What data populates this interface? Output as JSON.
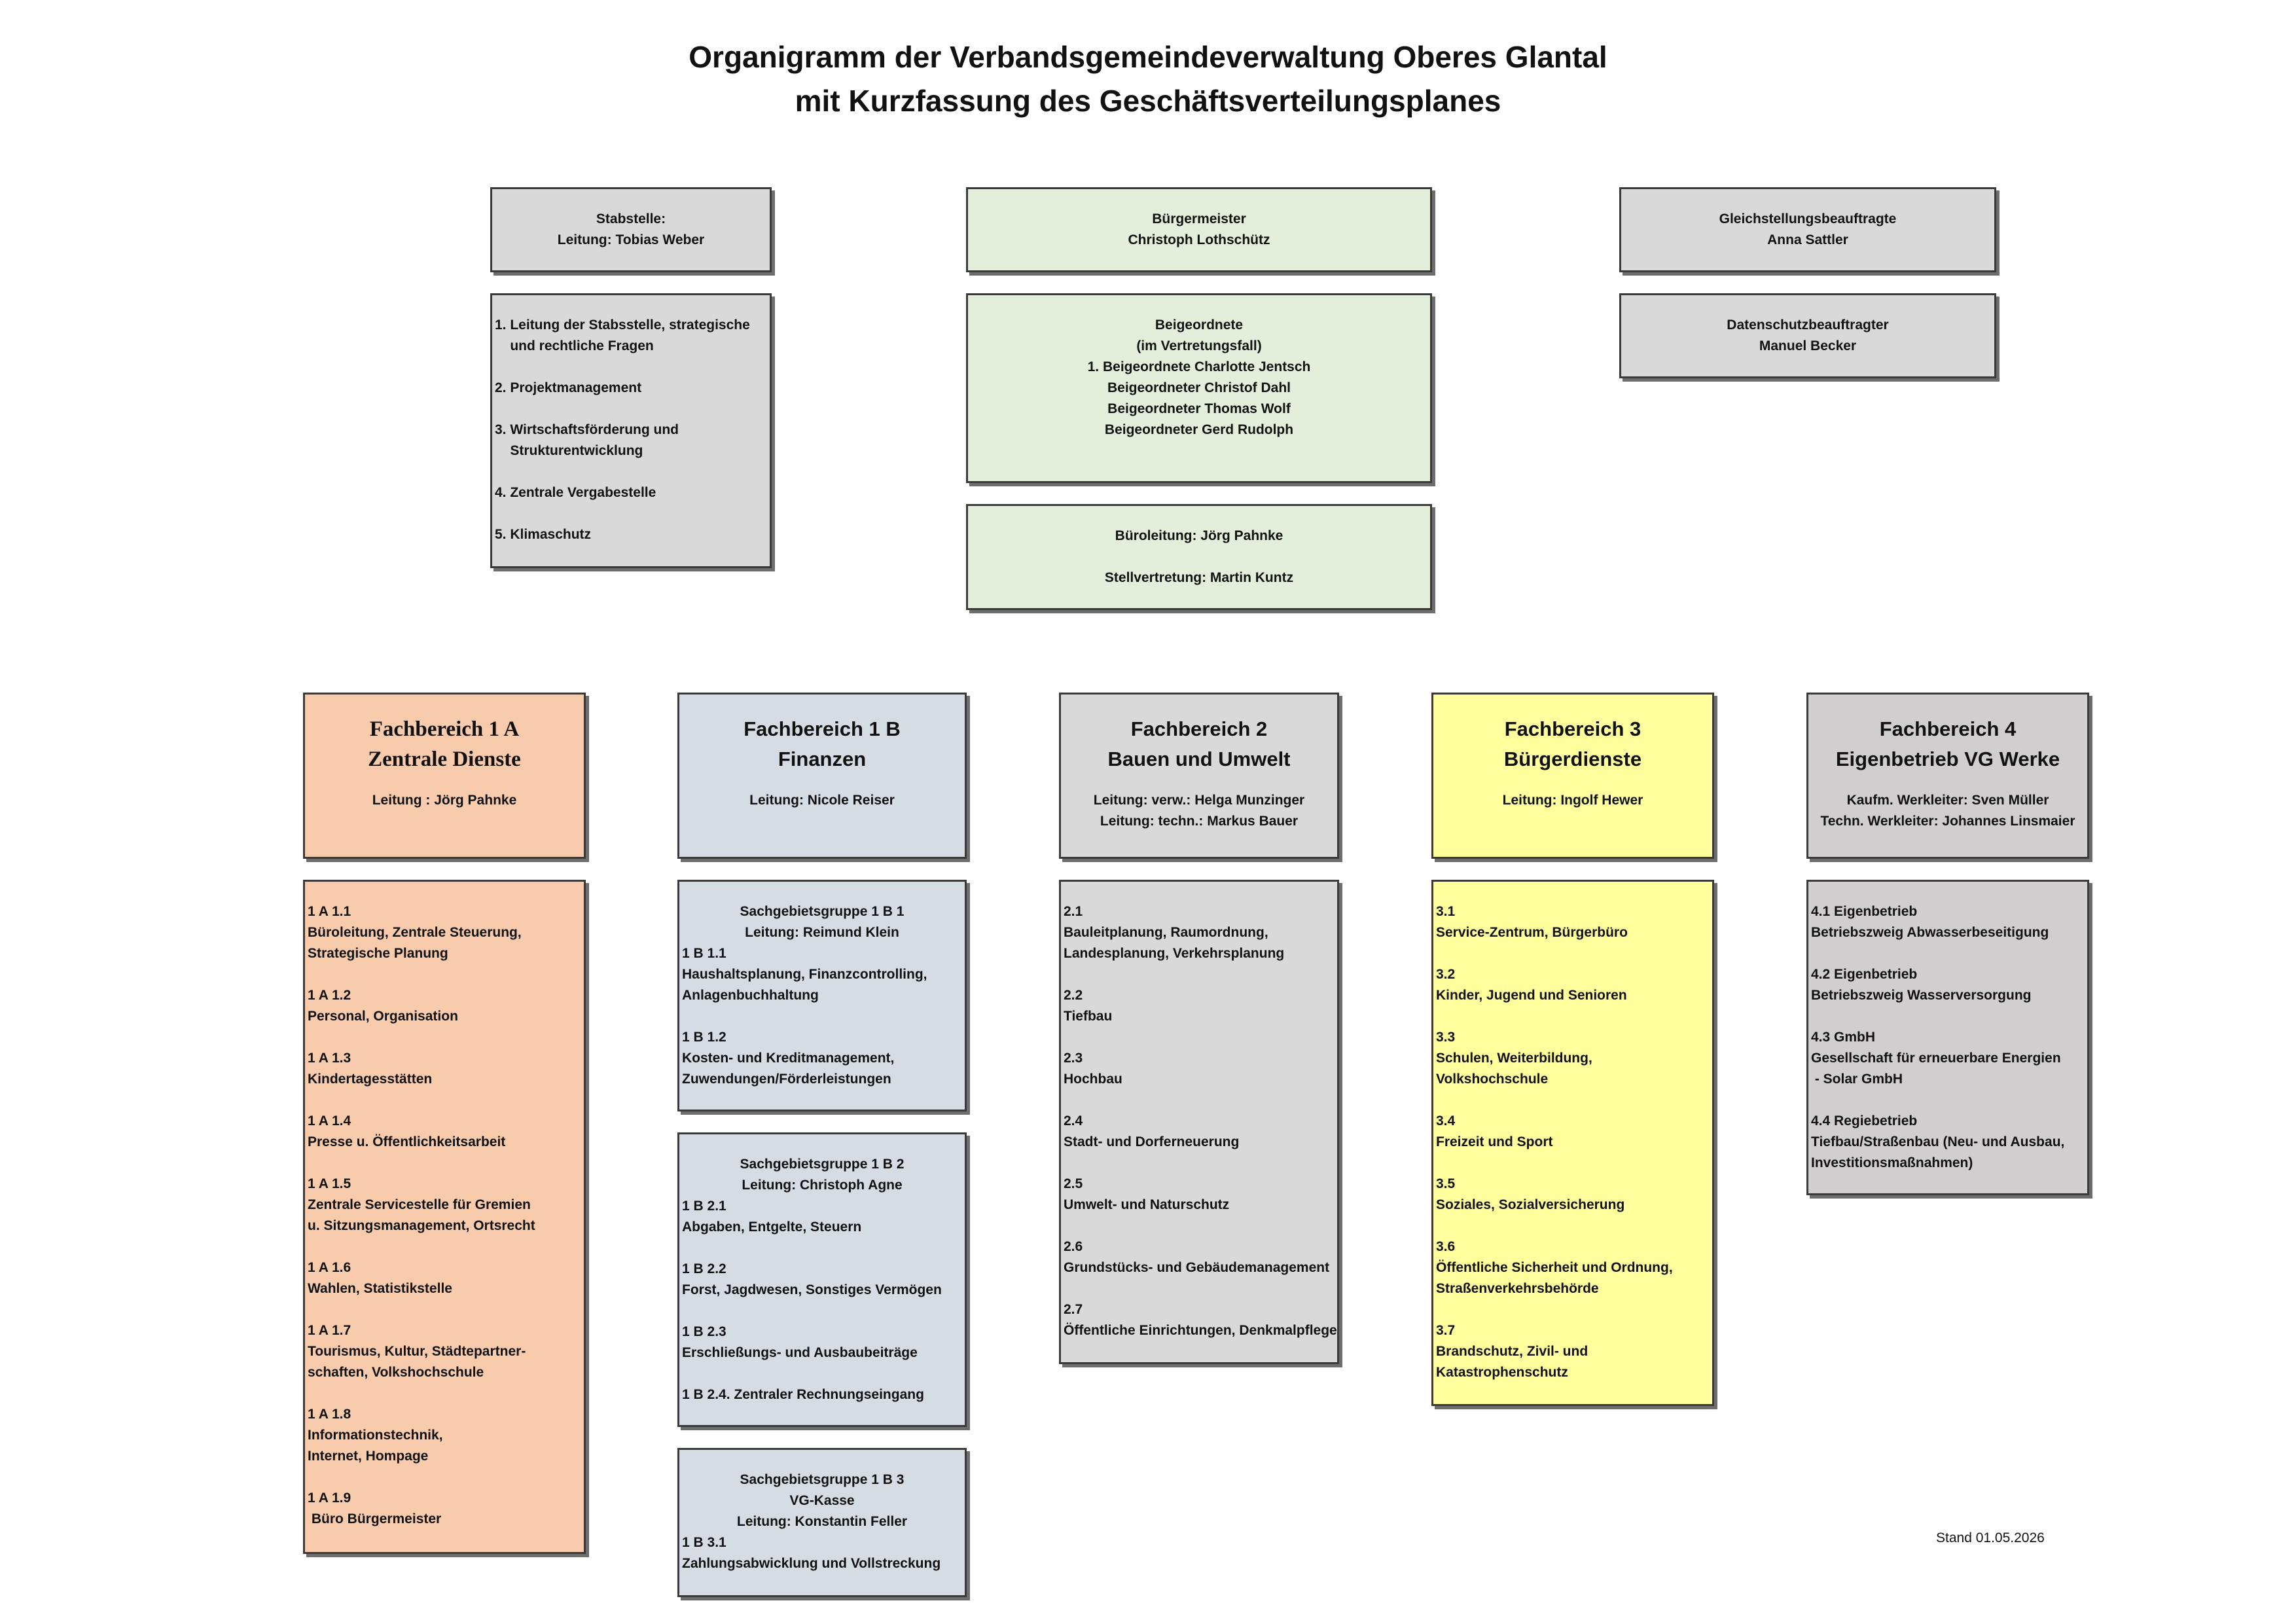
{
  "title": {
    "line1": "Organigramm der Verbandsgemeindeverwaltung Oberes Glantal",
    "line2": "mit Kurzfassung des Geschäftsverteilungsplanes"
  },
  "stabstelle": {
    "head": [
      "Stabstelle:",
      "Leitung: Tobias Weber"
    ],
    "items": [
      "1. Leitung der Stabsstelle, strategische\n    und rechtliche Fragen",
      "2. Projektmanagement",
      "3. Wirtschaftsförderung und\n    Strukturentwicklung",
      "4. Zentrale Vergabestelle",
      "5. Klimaschutz"
    ]
  },
  "buergermeister": [
    "Bürgermeister",
    "Christoph Lothschütz"
  ],
  "beigeordnete": [
    "Beigeordnete",
    "(im Vertretungsfall)",
    "1. Beigeordnete Charlotte Jentsch",
    "Beigeordneter Christof Dahl",
    "Beigeordneter Thomas Wolf",
    "Beigeordneter Gerd Rudolph"
  ],
  "bueroleitung": [
    "Büroleitung: Jörg Pahnke",
    "Stellvertretung: Martin Kuntz"
  ],
  "gleichstellung": [
    "Gleichstellungsbeauftragte",
    "Anna Sattler"
  ],
  "datenschutz": [
    "Datenschutzbeauftragter",
    "Manuel Becker"
  ],
  "fb1a": {
    "title": [
      "Fachbereich 1 A",
      "Zentrale Dienste"
    ],
    "lead": [
      "Leitung : Jörg Pahnke"
    ],
    "items": [
      "1 A 1.1\nBüroleitung, Zentrale Steuerung,\nStrategische Planung",
      "1 A 1.2\nPersonal, Organisation",
      "1 A 1.3\nKindertagesstätten",
      "1 A 1.4\nPresse u. Öffentlichkeitsarbeit",
      "1 A 1.5\nZentrale Servicestelle für Gremien\nu. Sitzungsmanagement, Ortsrecht",
      "1 A 1.6\nWahlen, Statistikstelle",
      "1 A 1.7\nTourismus, Kultur, Städtepartner-\nschaften, Volkshochschule",
      "1 A 1.8\nInformationstechnik,\nInternet, Hompage",
      "1 A 1.9\n Büro Bürgermeister"
    ]
  },
  "fb1b": {
    "title": [
      "Fachbereich 1 B",
      "Finanzen"
    ],
    "lead": [
      "Leitung: Nicole Reiser"
    ],
    "groups": [
      {
        "head": [
          "Sachgebietsgruppe 1 B 1",
          "Leitung: Reimund Klein"
        ],
        "items": [
          "1 B 1.1\nHaushaltsplanung, Finanzcontrolling,\nAnlagenbuchhaltung",
          "1 B 1.2\nKosten- und Kreditmanagement,\nZuwendungen/Förderleistungen"
        ]
      },
      {
        "head": [
          "Sachgebietsgruppe 1 B 2",
          "Leitung: Christoph Agne"
        ],
        "items": [
          "1 B 2.1\nAbgaben, Entgelte, Steuern",
          "1 B 2.2\nForst, Jagdwesen, Sonstiges Vermögen",
          "1 B 2.3\nErschließungs- und Ausbaubeiträge",
          "1 B 2.4. Zentraler Rechnungseingang"
        ]
      },
      {
        "head": [
          "Sachgebietsgruppe 1 B 3",
          "VG-Kasse",
          "Leitung: Konstantin Feller"
        ],
        "items": [
          "1 B 3.1\nZahlungsabwicklung und Vollstreckung"
        ]
      }
    ]
  },
  "fb2": {
    "title": [
      "Fachbereich 2",
      "Bauen und Umwelt"
    ],
    "lead": [
      "Leitung: verw.: Helga Munzinger",
      "Leitung: techn.: Markus Bauer"
    ],
    "items": [
      "2.1\nBauleitplanung, Raumordnung,\nLandesplanung, Verkehrsplanung",
      "2.2\nTiefbau",
      "2.3\nHochbau",
      "2.4\nStadt- und Dorferneuerung",
      "2.5\nUmwelt- und Naturschutz",
      "2.6\nGrundstücks- und Gebäudemanagement",
      "2.7\nÖffentliche Einrichtungen, Denkmalpflege"
    ]
  },
  "fb3": {
    "title": [
      "Fachbereich 3",
      "Bürgerdienste"
    ],
    "lead": [
      "Leitung: Ingolf Hewer"
    ],
    "items": [
      "3.1\nService-Zentrum, Bürgerbüro",
      "3.2\nKinder, Jugend und Senioren",
      "3.3\nSchulen, Weiterbildung,\nVolkshochschule",
      "3.4\nFreizeit und Sport",
      "3.5\nSoziales, Sozialversicherung",
      "3.6\nÖffentliche Sicherheit und Ordnung,\nStraßenverkehrsbehörde",
      "3.7\nBrandschutz, Zivil- und\nKatastrophenschutz"
    ]
  },
  "fb4": {
    "title": [
      "Fachbereich 4",
      "Eigenbetrieb VG Werke"
    ],
    "lead": [
      "Kaufm. Werkleiter: Sven Müller",
      "Techn. Werkleiter: Johannes Linsmaier"
    ],
    "items": [
      "4.1 Eigenbetrieb\nBetriebszweig Abwasserbeseitigung",
      "4.2 Eigenbetrieb\nBetriebszweig Wasserversorgung",
      "4.3 GmbH\nGesellschaft für erneuerbare Energien\n - Solar GmbH",
      "4.4 Regiebetrieb\nTiefbau/Straßenbau (Neu- und Ausbau,\nInvestitionsmaßnahmen)"
    ]
  },
  "stand": "Stand 01.05.2026"
}
